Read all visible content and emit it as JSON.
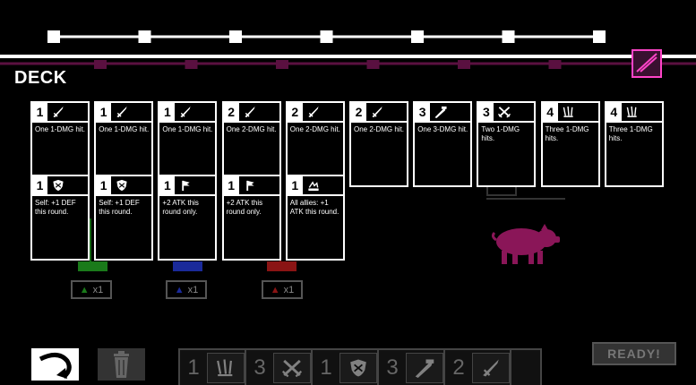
{
  "screen": {
    "title": "DECK"
  },
  "progress_track": {
    "node_count": 7
  },
  "deck_top": [
    {
      "cost": "1",
      "icon": "sword-icon",
      "text": "One 1-DMG hit."
    },
    {
      "cost": "1",
      "icon": "sword-icon",
      "text": "One 1-DMG hit."
    },
    {
      "cost": "1",
      "icon": "sword-icon",
      "text": "One 1-DMG hit."
    },
    {
      "cost": "2",
      "icon": "sword-icon",
      "text": "One 2-DMG hit."
    },
    {
      "cost": "2",
      "icon": "sword-icon",
      "text": "One 2-DMG hit."
    },
    {
      "cost": "2",
      "icon": "sword-icon",
      "text": "One 2-DMG hit."
    },
    {
      "cost": "3",
      "icon": "big-sword-icon",
      "text": "One 3-DMG hit."
    },
    {
      "cost": "3",
      "icon": "crossed-swords-icon",
      "text": "Two 1-DMG hits."
    },
    {
      "cost": "4",
      "icon": "triple-claw-icon",
      "text": "Three 1-DMG hits."
    },
    {
      "cost": "4",
      "icon": "triple-claw-icon",
      "text": "Three 1-DMG hits."
    }
  ],
  "deck_bottom": [
    {
      "cost": "1",
      "icon": "shield-icon",
      "text": "Self: +1 DEF this round."
    },
    {
      "cost": "1",
      "icon": "shield-icon",
      "text": "Self: +1 DEF this round."
    },
    {
      "cost": "1",
      "icon": "flag-icon",
      "text": "+2 ATK this round only."
    },
    {
      "cost": "1",
      "icon": "flag-icon",
      "text": "+2 ATK this round only."
    },
    {
      "cost": "1",
      "icon": "rally-icon",
      "text": "All allies: +1 ATK this round."
    }
  ],
  "counters": [
    {
      "color": "#1a7a1a",
      "label": "x1"
    },
    {
      "color": "#1a2a9a",
      "label": "x1"
    },
    {
      "color": "#8a1414",
      "label": "x1"
    }
  ],
  "hand": [
    {
      "cost": "1",
      "icon": "triple-claw-icon"
    },
    {
      "cost": "3",
      "icon": "crossed-swords-icon"
    },
    {
      "cost": "1",
      "icon": "shield-icon"
    },
    {
      "cost": "3",
      "icon": "big-sword-icon"
    },
    {
      "cost": "2",
      "icon": "sword-icon"
    }
  ],
  "buttons": {
    "ready": "READY!"
  },
  "colors": {
    "accent": "#ff44c8",
    "enemy": "#8a1658"
  }
}
